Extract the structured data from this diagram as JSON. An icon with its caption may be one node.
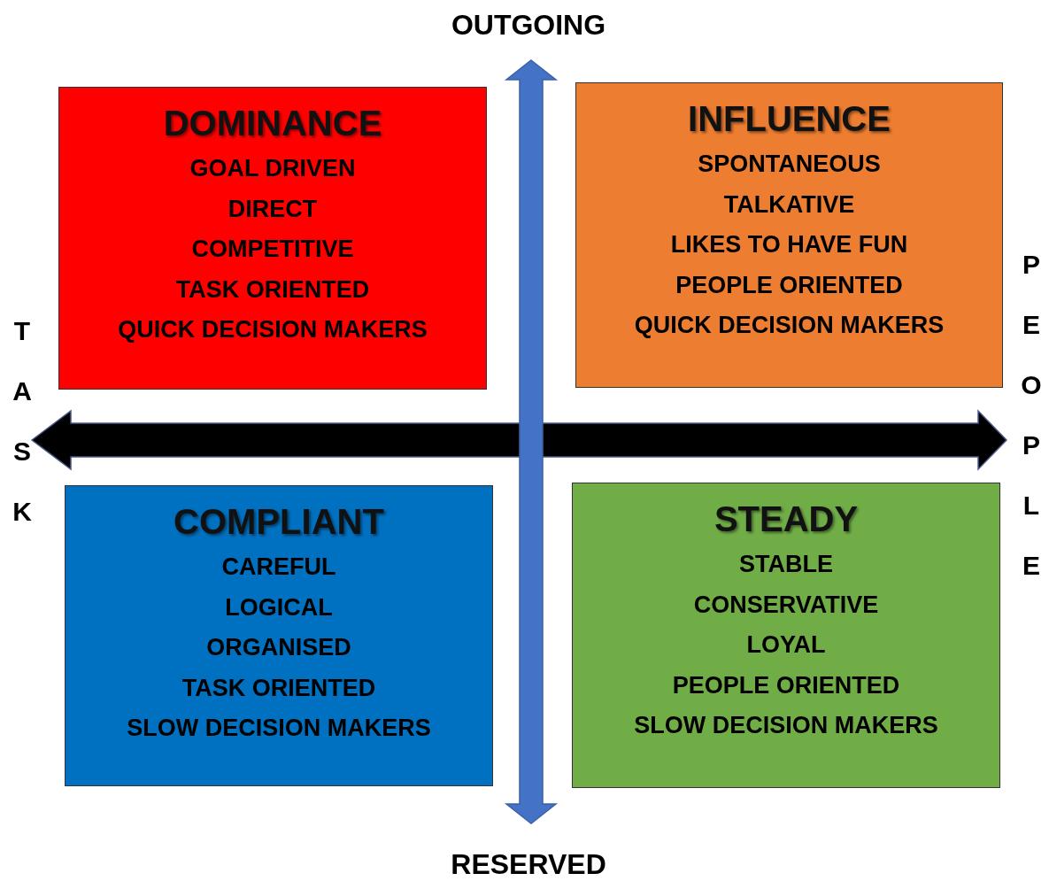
{
  "diagram": {
    "nodes": [
      {
        "text": [
          "DOMINANCE",
          "GOAL DRIVEN",
          "DIRECT",
          "COMPETITIVE",
          "TASK ORIENTED",
          "QUICK DECISION MAKERS"
        ]
      },
      {
        "text": [
          "INFLUENCE",
          "SPONTANEOUS",
          "TALKATIVE",
          "LIKES TO HAVE FUN",
          "PEOPLE ORIENTED",
          "QUICK DECISION MAKERS"
        ]
      },
      {
        "text": [
          "COMPLIANT",
          "CAREFUL",
          "LOGICAL",
          "ORGANISED",
          "TASK ORIENTED",
          "SLOW DECISION MAKERS"
        ]
      },
      {
        "text": [
          "STEADY",
          "STABLE",
          "CONSERVATIVE",
          "LOYAL",
          "PEOPLE ORIENTED",
          "SLOW DECISION MAKERS"
        ]
      }
    ],
    "edges": [],
    "labels": [
      "OUTGOING",
      "TASK",
      "PEOPLE",
      "RESERVED"
    ]
  }
}
